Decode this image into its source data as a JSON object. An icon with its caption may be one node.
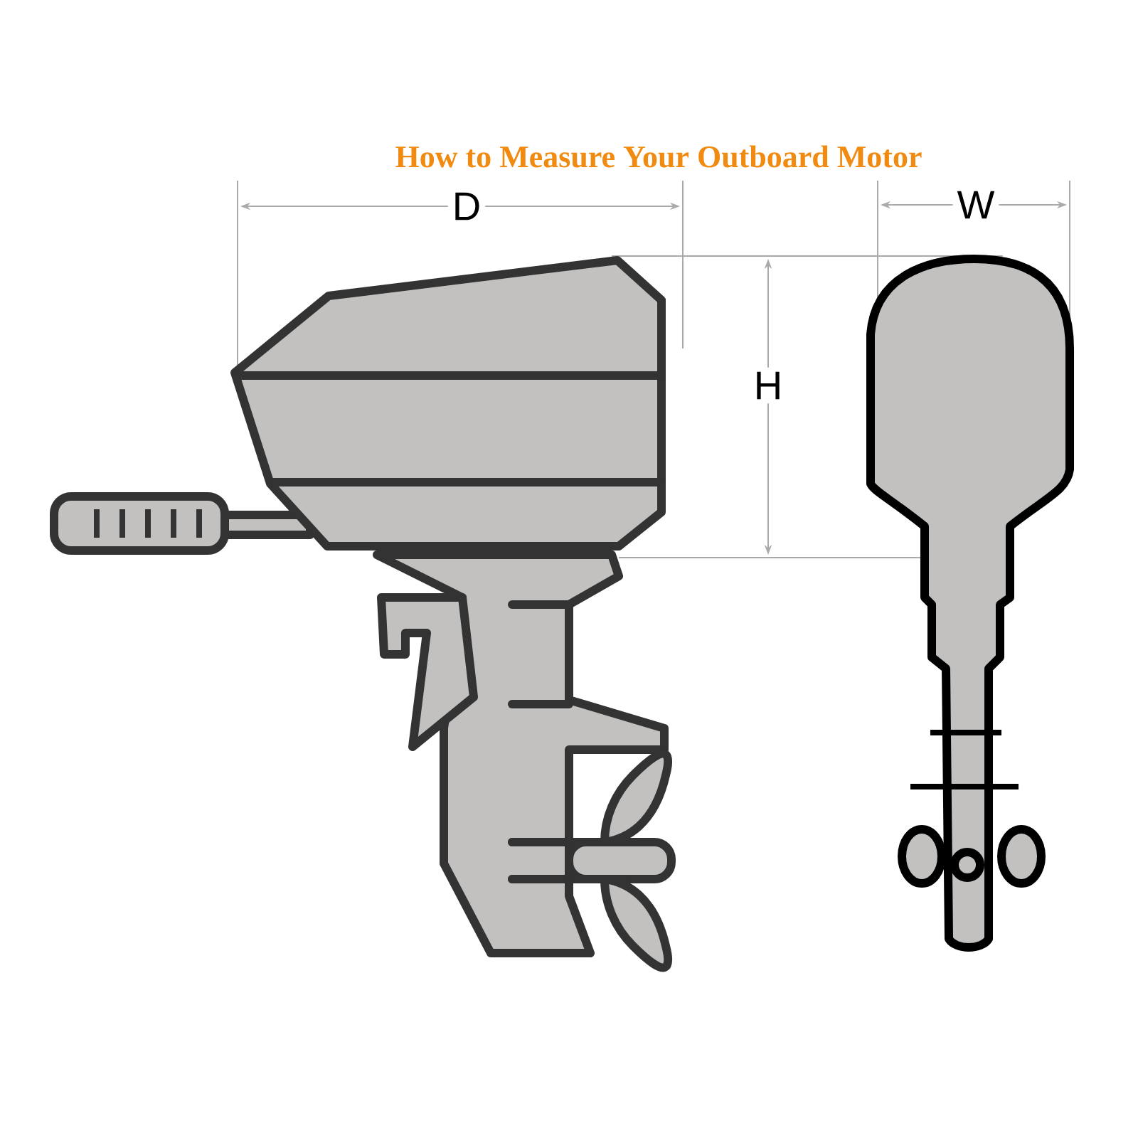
{
  "diagram": {
    "title": "How to Measure Your Outboard Motor",
    "labels": [
      "D",
      "W",
      "H"
    ]
  }
}
